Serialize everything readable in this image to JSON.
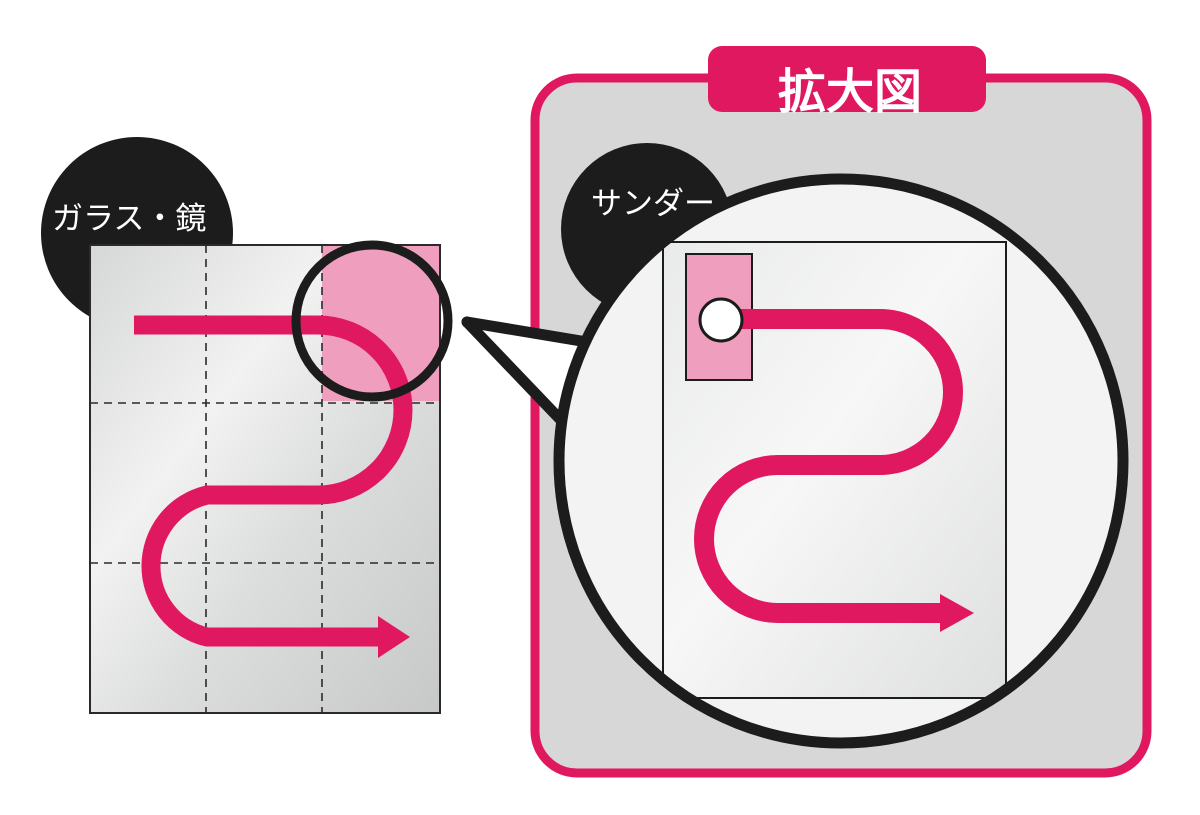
{
  "labels": {
    "surface": "ガラス・鏡",
    "tool": "サンダー",
    "zoom_title": "拡大図"
  },
  "colors": {
    "accent_pink": "#e0185f",
    "highlight_pink": "#ef9fbd",
    "label_black": "#1c1c1c",
    "panel_gray": "#d6d7d6",
    "glass_light": "#f4f5f4",
    "glass_mid": "#d3d4d4"
  },
  "icons": {
    "path_arrow": "s-curve-arrow",
    "sander_pad": "rectangle-with-circle"
  }
}
